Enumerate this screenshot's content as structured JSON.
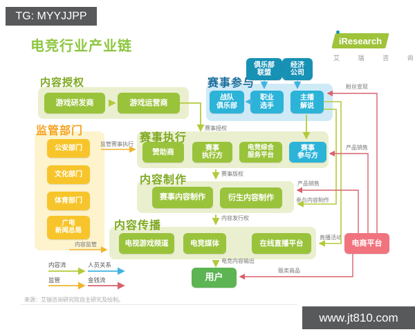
{
  "watermark_top": "TG: MYYJJPP",
  "watermark_bottom": "www.jt810.com",
  "title": "电竞行业产业链",
  "logo": {
    "brand": "iResearch",
    "subtitle": "艾 瑞 咨 询"
  },
  "source": "来源：艾瑞咨询研究院自主研究及绘制。",
  "sections": {
    "content_license": {
      "header": "内容授权",
      "boxes": [
        "游戏研发商",
        "游戏运营商"
      ]
    },
    "regulator": {
      "header": "监管部门",
      "boxes": [
        "公安部门",
        "文化部门",
        "体育部门",
        "广电\n新闻总局"
      ]
    },
    "participation": {
      "header": "赛事参与",
      "top_boxes": [
        "俱乐部\n联盟",
        "经济\n公司"
      ],
      "boxes": [
        "战队\n俱乐部",
        "职业\n选手",
        "主播\n解说"
      ]
    },
    "execution": {
      "header": "赛事执行",
      "boxes": [
        "赞助商",
        "赛事\n执行方",
        "电竞综合\n服务平台",
        "赛事\n参与方"
      ]
    },
    "production": {
      "header": "内容制作",
      "boxes": [
        "赛事内容制作",
        "衍生内容制作"
      ]
    },
    "distribution": {
      "header": "内容传播",
      "boxes": [
        "电视游戏频道",
        "电竞媒体",
        "在线直播平台"
      ]
    },
    "user_box": "用户",
    "ecommerce_box": "电商平台"
  },
  "flow_labels": {
    "match_license": "赛事授权",
    "regulate_execution": "监管赛事执行",
    "match_copyright": "赛事版权",
    "content_distribution_right": "内容发行权",
    "content_regulation": "内容监管",
    "esports_content_output": "电竞内容输出",
    "fan_monetization": "粉丝变现",
    "product_sales_1": "产品销售",
    "product_sales_2": "产品销售",
    "join_content_production": "参与内容制作",
    "live_events": "直播活动",
    "sell_goods": "贩卖商品"
  },
  "legend": [
    {
      "label": "内容流",
      "color": "#b5c93c"
    },
    {
      "label": "人员关系",
      "color": "#3fb3e3"
    },
    {
      "label": "监管",
      "color": "#f0b42b"
    },
    {
      "label": "金钱流",
      "color": "#d9606c"
    }
  ],
  "colors": {
    "title_green": "#8dc63f",
    "section_header_olive": "#7ea821",
    "section_header_orange": "#f5a31f",
    "section_header_blue": "#1b6d9b",
    "box_green": "#9ac33c",
    "box_yellow": "#f7c52b",
    "box_cyan": "#2cb3d8",
    "box_teal": "#1791b4",
    "box_pink": "#f0737e",
    "box_user_green": "#5cb452",
    "panel_green": "#eaf0cf",
    "panel_yellow": "#fdf3cd",
    "panel_blue": "#cfeaf7"
  }
}
